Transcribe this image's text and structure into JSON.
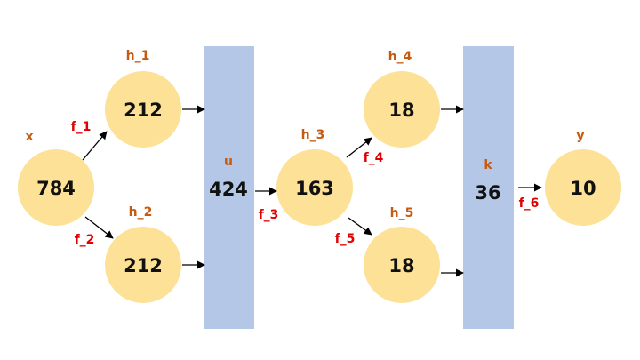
{
  "colors": {
    "node_fill": "#FCE196",
    "bar_fill": "#B4C7E7",
    "node_label": "#C55A11",
    "edge_label": "#E00000",
    "arrow": "#000000"
  },
  "nodes": {
    "x": {
      "label": "x",
      "value": "784"
    },
    "h1": {
      "label": "h_1",
      "value": "212"
    },
    "h2": {
      "label": "h_2",
      "value": "212"
    },
    "h3": {
      "label": "h_3",
      "value": "163"
    },
    "h4": {
      "label": "h_4",
      "value": "18"
    },
    "h5": {
      "label": "h_5",
      "value": "18"
    },
    "y": {
      "label": "y",
      "value": "10"
    }
  },
  "bars": {
    "u": {
      "label": "u",
      "value": "424"
    },
    "k": {
      "label": "k",
      "value": "36"
    }
  },
  "edges": {
    "f1": "f_1",
    "f2": "f_2",
    "f3": "f_3",
    "f4": "f_4",
    "f5": "f_5",
    "f6": "f_6"
  }
}
